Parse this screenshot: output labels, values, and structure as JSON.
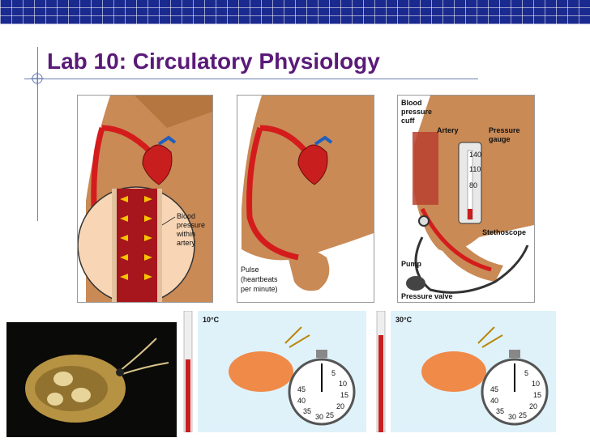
{
  "slide": {
    "title": "Lab 10: Circulatory Physiology"
  },
  "panel1": {
    "callout": [
      "Blood",
      "pressure",
      "within",
      "artery"
    ]
  },
  "panel2": {
    "callout": [
      "Pulse",
      "(heartbeats",
      "per minute)"
    ]
  },
  "panel3": {
    "labels": {
      "cuff": [
        "Blood",
        "pressure",
        "cuff"
      ],
      "artery": "Artery",
      "gauge": [
        "Pressure",
        "gauge"
      ],
      "ticks": [
        "140",
        "110",
        "80"
      ],
      "stethoscope": "Stethoscope",
      "pump": "Pump",
      "valve": "Pressure valve"
    }
  },
  "daphnia_left": {
    "temp": "10°C"
  },
  "daphnia_right": {
    "temp": "30°C"
  },
  "stopwatch": {
    "numbers": [
      "5",
      "10",
      "15",
      "20",
      "25",
      "30",
      "35",
      "40",
      "45"
    ]
  }
}
